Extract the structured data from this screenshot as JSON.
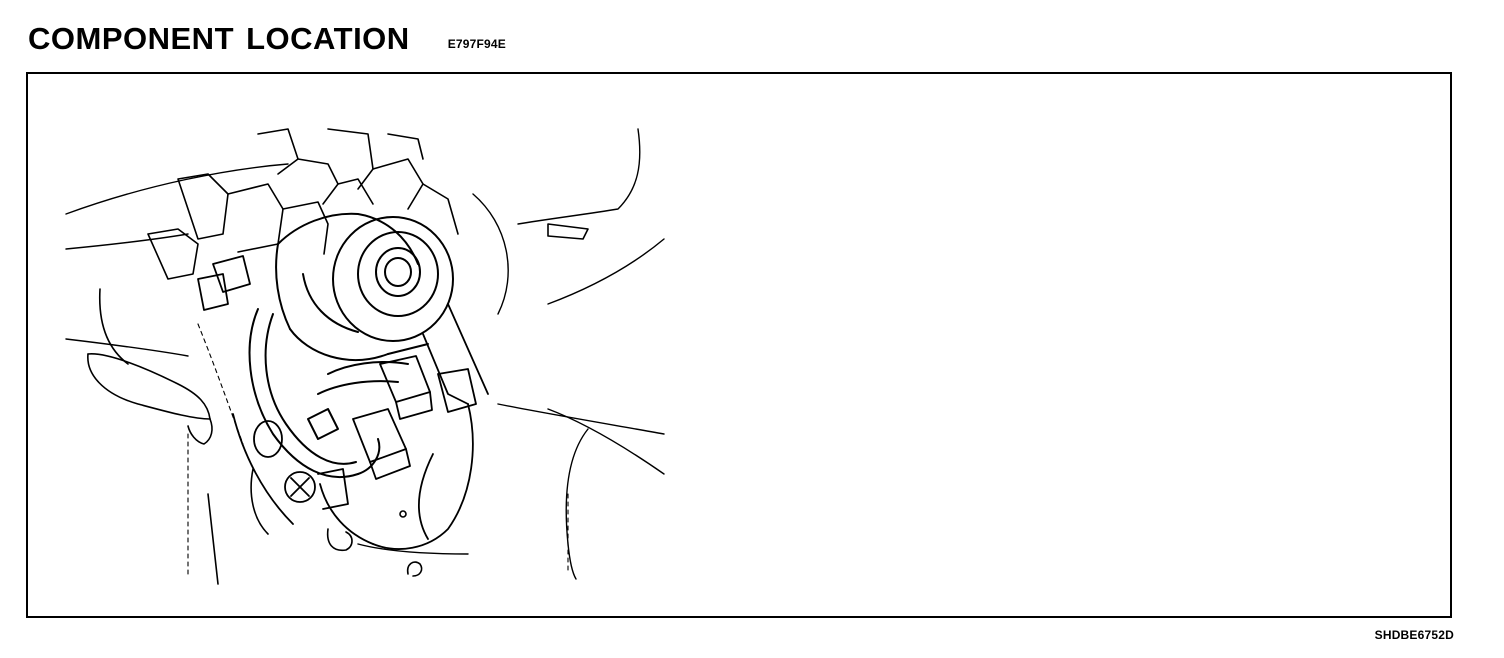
{
  "header": {
    "title": "COMPONENT LOCATION",
    "code": "E797F94E"
  },
  "figure": {
    "id": "SHDBE6752D",
    "icons": [
      "ignition-key-cylinder-icon",
      "steering-column-icon",
      "wire-harness-connector-icon",
      "mounting-screw-icon"
    ]
  },
  "colors": {
    "ink": "#000000",
    "paper": "#ffffff"
  }
}
